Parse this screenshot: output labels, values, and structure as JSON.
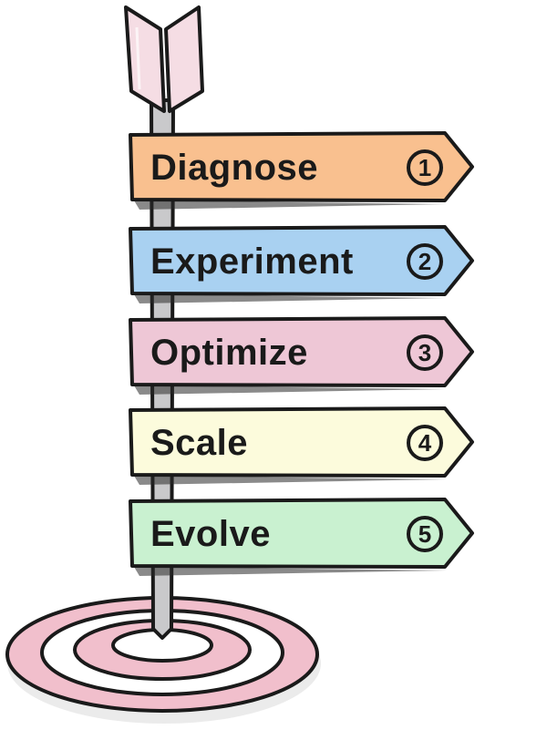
{
  "signs": [
    {
      "label": "Diagnose",
      "number": "1",
      "color": "#f9c08f"
    },
    {
      "label": "Experiment",
      "number": "2",
      "color": "#a9d1f1"
    },
    {
      "label": "Optimize",
      "number": "3",
      "color": "#eec7d6"
    },
    {
      "label": "Scale",
      "number": "4",
      "color": "#fcfbdc"
    },
    {
      "label": "Evolve",
      "number": "5",
      "color": "#c9f1d0"
    }
  ],
  "colors": {
    "pole": "#c9c9cb",
    "fletching": "#f5dde4",
    "target_ring": "#f1bfcc",
    "target_white": "#ffffff",
    "outline": "#1a1a1a"
  }
}
